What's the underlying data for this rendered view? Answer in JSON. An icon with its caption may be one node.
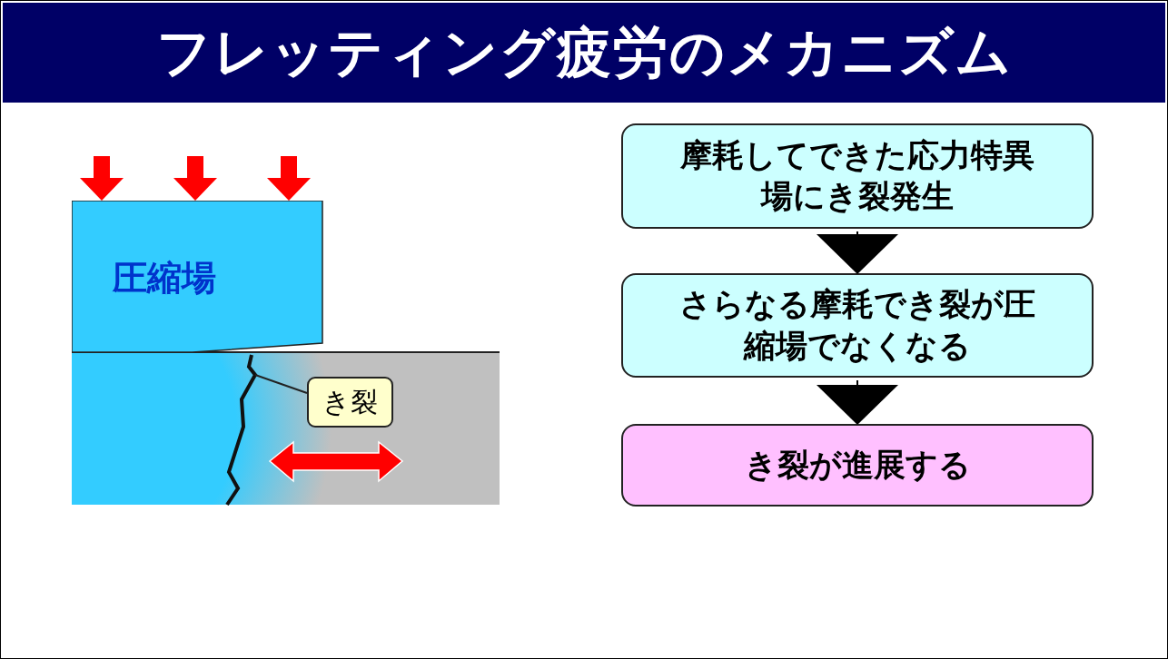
{
  "diagram": {
    "title": "フレッティング疲労のメカニズム",
    "nodes": [
      {
        "text": [
          "摩耗してできた応力特異場にき裂発生"
        ]
      },
      {
        "text": [
          "さらなる摩耗でき裂が圧縮場でなくなる"
        ]
      },
      {
        "text": [
          "き裂が進展する"
        ]
      },
      {
        "text": [
          "き裂"
        ]
      },
      {
        "text": [
          "圧縮場"
        ]
      }
    ],
    "edges": [
      {
        "from": 0,
        "to": 1,
        "arrow": "to"
      },
      {
        "from": 1,
        "to": 2,
        "arrow": "to"
      },
      {
        "from": 3,
        "to": null,
        "arrow": "none"
      }
    ]
  }
}
